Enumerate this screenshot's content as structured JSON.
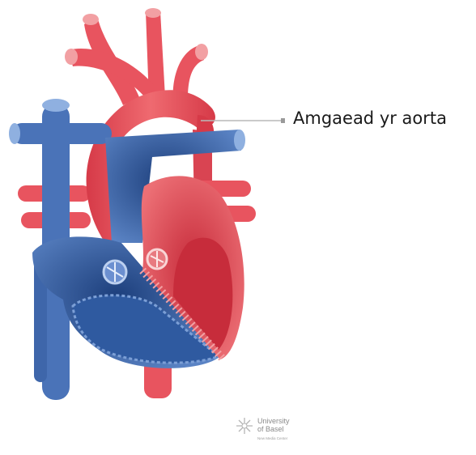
{
  "label": {
    "text": "Amgaead yr aorta"
  },
  "logo": {
    "line1": "University",
    "line2": "of Basel",
    "line3": "New Media Center"
  },
  "colors": {
    "red": "#e8545f",
    "red_dark": "#c72c3b",
    "blue": "#4a73b8",
    "blue_dark": "#234e8f",
    "pink": "#f2a0a3"
  }
}
